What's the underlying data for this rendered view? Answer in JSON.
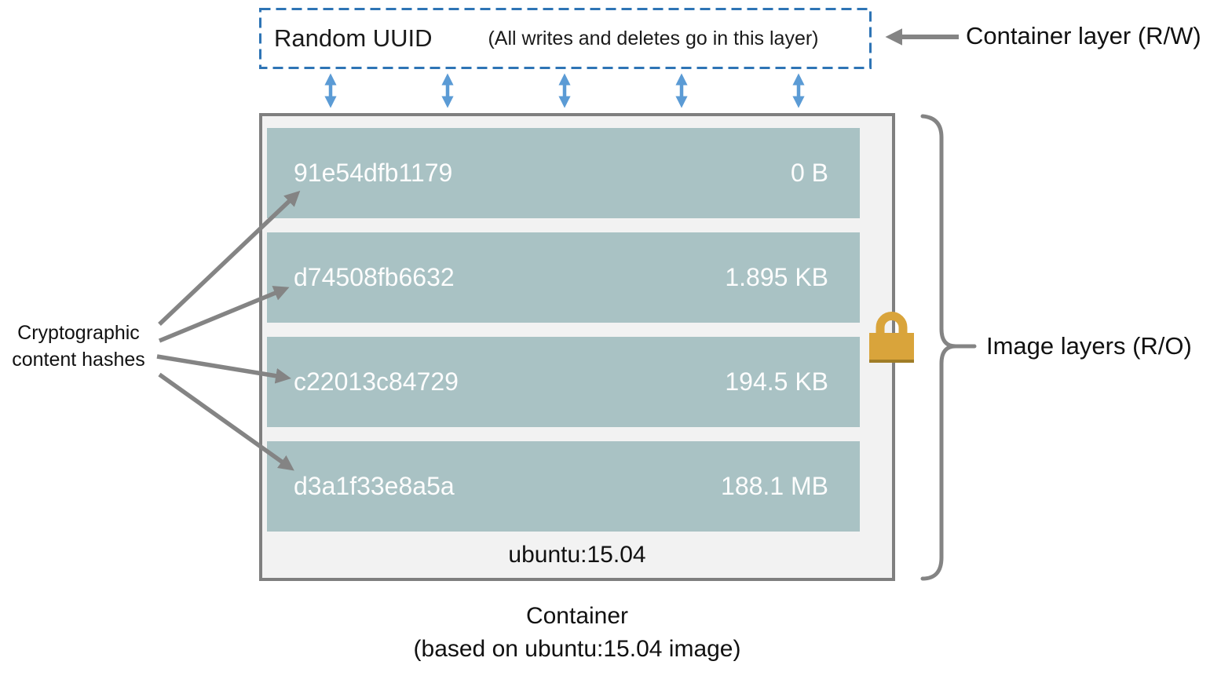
{
  "diagram": {
    "container_layer_box": {
      "uuid_label": "Random UUID",
      "note": "(All writes and deletes go in this layer)"
    },
    "callouts": {
      "container_layer": "Container layer (R/W)",
      "image_layers": "Image layers (R/O)",
      "hashes_line1": "Cryptographic",
      "hashes_line2": "content hashes"
    },
    "image_stack": {
      "layers": [
        {
          "hash": "91e54dfb1179",
          "size": "0 B"
        },
        {
          "hash": "d74508fb6632",
          "size": "1.895 KB"
        },
        {
          "hash": "c22013c84729",
          "size": "194.5 KB"
        },
        {
          "hash": "d3a1f33e8a5a",
          "size": "188.1 MB"
        }
      ],
      "base_image": "ubuntu:15.04"
    },
    "caption": {
      "line1": "Container",
      "line2": "(based on ubuntu:15.04 image)"
    },
    "colors": {
      "layer_fill": "#a9c2c4",
      "layer_text": "#fdfdfd",
      "container_fill": "#f2f2f2",
      "container_border": "#7f7f7f",
      "annotation_arrow": "#848484",
      "sync_arrow": "#5b9bd5",
      "dashed_border": "#2e74b5",
      "lock_gold": "#d9a43b",
      "lock_shadow": "#a07d27"
    }
  }
}
